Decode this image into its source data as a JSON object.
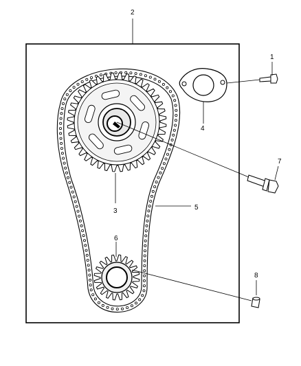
{
  "diagram": {
    "callouts": [
      {
        "id": "1",
        "label": "1",
        "part": "bolt"
      },
      {
        "id": "2",
        "label": "2",
        "part": "cover-outline"
      },
      {
        "id": "3",
        "label": "3",
        "part": "camshaft-sprocket"
      },
      {
        "id": "4",
        "label": "4",
        "part": "thrust-plate"
      },
      {
        "id": "5",
        "label": "5",
        "part": "timing-chain"
      },
      {
        "id": "6",
        "label": "6",
        "part": "crankshaft-sprocket"
      },
      {
        "id": "7",
        "label": "7",
        "part": "sprocket-bolt"
      },
      {
        "id": "8",
        "label": "8",
        "part": "dowel-pin"
      }
    ]
  }
}
